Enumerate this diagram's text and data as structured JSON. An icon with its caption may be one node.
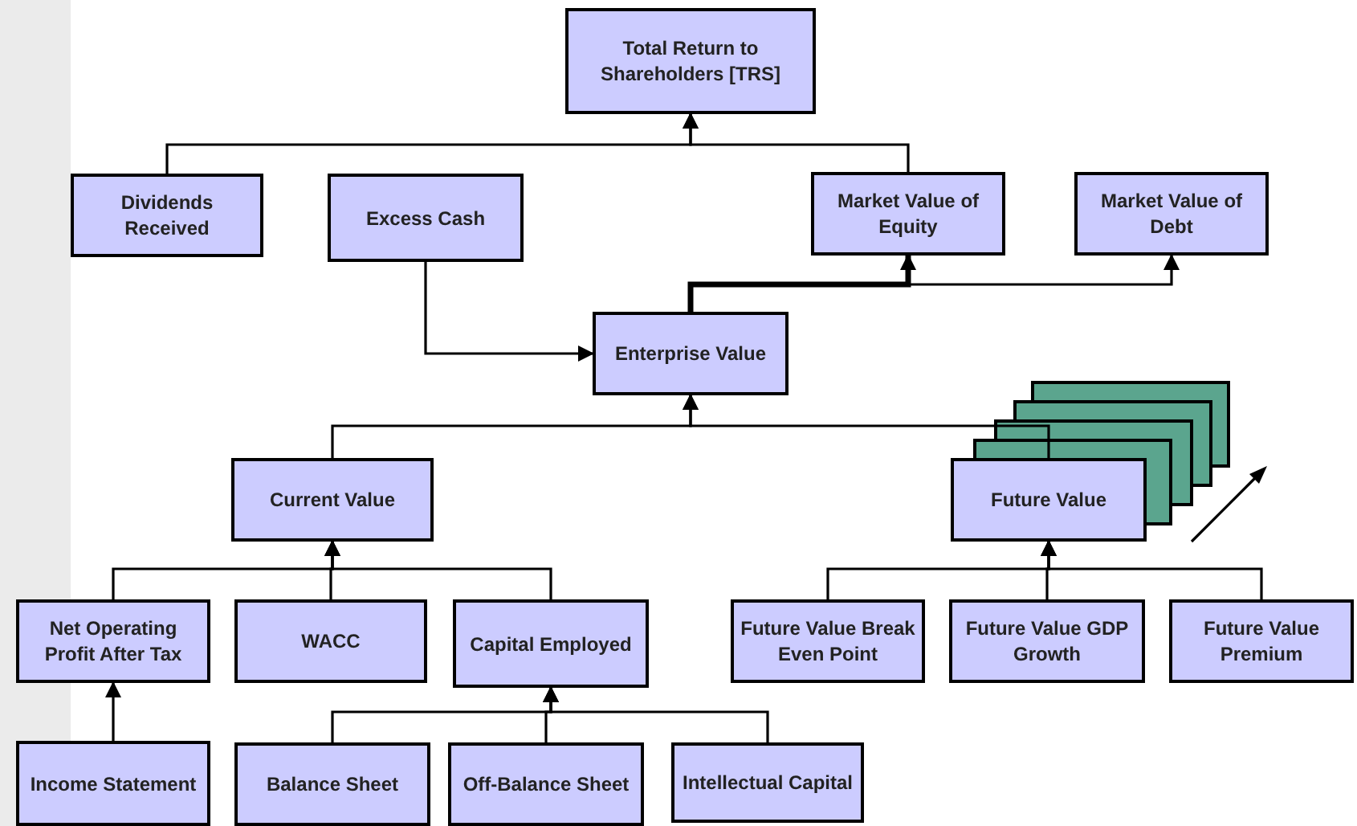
{
  "diagram": {
    "nodes": [
      {
        "text": [
          "Total Return to Shareholders [TRS]"
        ]
      },
      {
        "text": [
          "Dividends Received"
        ]
      },
      {
        "text": [
          "Excess Cash"
        ]
      },
      {
        "text": [
          "Market Value of Equity"
        ]
      },
      {
        "text": [
          "Market Value of Debt"
        ]
      },
      {
        "text": [
          "Enterprise Value"
        ]
      },
      {
        "text": [
          "Current Value"
        ]
      },
      {
        "text": [
          "Future Value"
        ]
      },
      {
        "text": [
          "Net Operating Profit After Tax"
        ]
      },
      {
        "text": [
          "WACC"
        ]
      },
      {
        "text": [
          "Capital Employed"
        ]
      },
      {
        "text": [
          "Future Value Break Even Point"
        ]
      },
      {
        "text": [
          "Future Value GDP Growth"
        ]
      },
      {
        "text": [
          "Future Value Premium"
        ]
      },
      {
        "text": [
          "Income Statement"
        ]
      },
      {
        "text": [
          "Balance Sheet"
        ]
      },
      {
        "text": [
          "Off-Balance Sheet"
        ]
      },
      {
        "text": [
          "Intellectual Capital"
        ]
      }
    ],
    "edges": [
      {
        "from": 1,
        "to": 0,
        "arrow": "to"
      },
      {
        "from": 3,
        "to": 0,
        "arrow": "to"
      },
      {
        "from": 2,
        "to": 5,
        "arrow": "to"
      },
      {
        "from": 5,
        "to": 3,
        "arrow": "to",
        "style": "thick"
      },
      {
        "from": 5,
        "to": 4,
        "arrow": "to"
      },
      {
        "from": 6,
        "to": 5,
        "arrow": "to"
      },
      {
        "from": 7,
        "to": 5,
        "arrow": "to"
      },
      {
        "from": 8,
        "to": 6,
        "arrow": "to"
      },
      {
        "from": 9,
        "to": 6,
        "arrow": "to"
      },
      {
        "from": 10,
        "to": 6,
        "arrow": "to"
      },
      {
        "from": 14,
        "to": 8,
        "arrow": "to"
      },
      {
        "from": 15,
        "to": 10,
        "arrow": "to"
      },
      {
        "from": 16,
        "to": 10,
        "arrow": "to"
      },
      {
        "from": 17,
        "to": 10,
        "arrow": "to"
      },
      {
        "from": 11,
        "to": 7,
        "arrow": "to"
      },
      {
        "from": 12,
        "to": 7,
        "arrow": "to"
      },
      {
        "from": 13,
        "to": 7,
        "arrow": "to"
      }
    ]
  }
}
